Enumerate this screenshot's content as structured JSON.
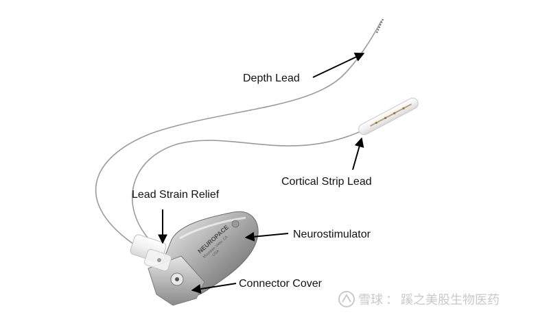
{
  "labels": {
    "depth_lead": "Depth Lead",
    "cortical_strip_lead": "Cortical Strip Lead",
    "lead_strain_relief": "Lead Strain Relief",
    "neurostimulator": "Neurostimulator",
    "connector_cover": "Connector Cover"
  },
  "device": {
    "brand": "NEUROPACE",
    "location_line1": "Mountain View, CA",
    "location_line2": "USA"
  },
  "watermark": {
    "site": "雪球",
    "author": "蹊之美股生物医药",
    "separator": "："
  }
}
